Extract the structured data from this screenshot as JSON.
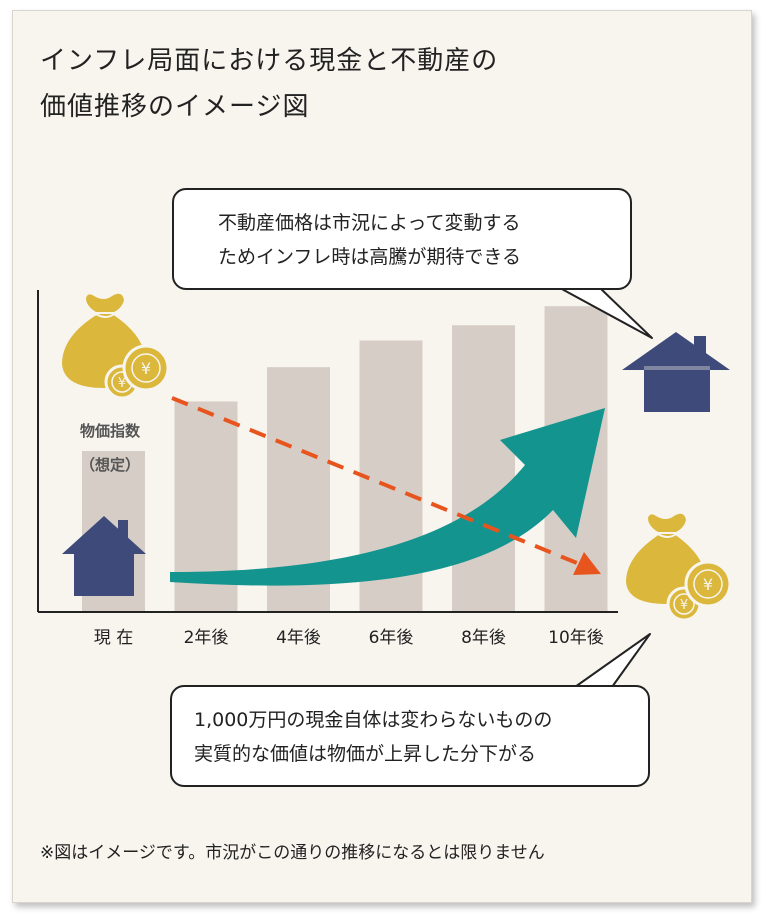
{
  "title": {
    "line1": "インフレ局面における現金と不動産の",
    "line2": "価値推移のイメージ図"
  },
  "bubble_realestate": {
    "line1": "不動産価格は市況によって変動する",
    "line2": "ためインフレ時は高騰が期待できる"
  },
  "bubble_cash": {
    "line1": "1,000万円の現金自体は変わらないものの",
    "line2": "実質的な価値は物価が上昇した分下がる"
  },
  "index_label": {
    "line1": "物価指数",
    "line2": "（想定）"
  },
  "chart_data": {
    "type": "bar",
    "categories": [
      "現 在",
      "2年後",
      "4年後",
      "6年後",
      "8年後",
      "10年後"
    ],
    "values": [
      42,
      55,
      64,
      71,
      75,
      80
    ],
    "ylim": [
      0,
      100
    ],
    "grid": false
  },
  "icons": {
    "house": "house-icon",
    "money_bag": "money-bag-icon",
    "coin_symbol": "¥"
  },
  "colors": {
    "bar": "#d6cdc6",
    "house": "#3d4a7a",
    "bag": "#dbb73c",
    "rise_arrow": "#14948f",
    "fall_arrow": "#e8541e",
    "background": "#f8f5ef"
  },
  "footnote": "※図はイメージです。市況がこの通りの推移になるとは限りません"
}
